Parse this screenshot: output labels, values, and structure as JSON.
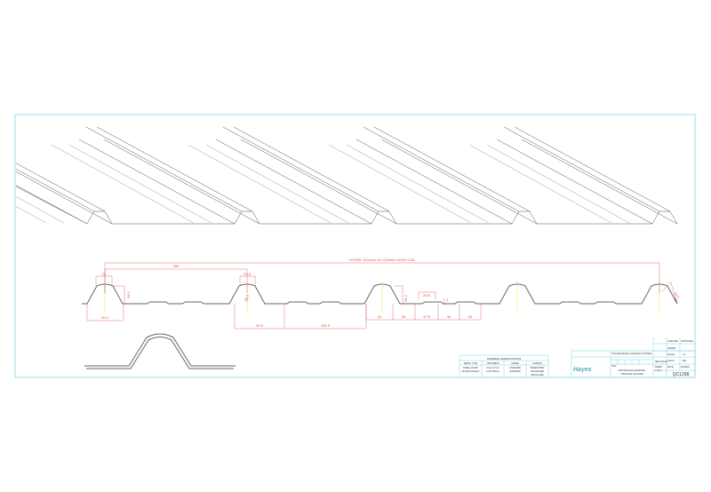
{
  "drawing": {
    "colors": {
      "frame": "#7fd6e6",
      "profile": "#555555",
      "dimension": "#e05050",
      "centerline": "#e8e040"
    },
    "dimensions": {
      "overall_cover": "COVER 1020mm  3x 1220mm WIDE COIL",
      "pitch": "289",
      "crest_top_1": "24",
      "crest_top_2": "24.8",
      "rib_height_1": "28.3",
      "rib_height_2": "28.3",
      "rib_height_3": "28.3",
      "rib_base": "30.0",
      "rib_side": "81.5",
      "pan_width": "183.5",
      "pan_segments": [
        "40",
        "38",
        "47.5",
        "38",
        "40"
      ],
      "stiffener_width": "28.8",
      "stiffener_depth": "1",
      "edge_lap": "22.5"
    },
    "material_spec": {
      "title": "MATERIAL SPECIFICATION",
      "headers": [
        "METAL TYPE",
        "THICKNESS",
        "GRADE",
        "COATING"
      ],
      "rows": [
        [
          "STEEL AS1397",
          "0.42-0.47mm",
          "G550/Z350",
          "PREPAINTED"
        ],
        [
          "OR EQUIVALENT",
          "0.35-0.55mm",
          "G550/Z450",
          "GALVANISED"
        ],
        [
          "",
          "",
          "",
          "ZINCALUME"
        ]
      ]
    },
    "title_block": {
      "company": "Hayes",
      "description_line1": "ROOFING/CLADDING",
      "description_line2": "PROFILE  QC1298",
      "title_label": "Title",
      "drawing_number": "QC1298",
      "scale_label": "SCALE",
      "scale": "1:1",
      "units_label": "UNITS",
      "units": "MM",
      "date_label": "DATE",
      "date": "12/02/19",
      "sheet_label": "SHEET",
      "sheet": "1 OF 1",
      "drawn_label": "DRAWN",
      "approved_label": "APPROVED",
      "checked_label": "CHECKED",
      "projection": "3RD ANGLE",
      "tolerance": "TOLERANCES UNLESS STATED"
    }
  }
}
